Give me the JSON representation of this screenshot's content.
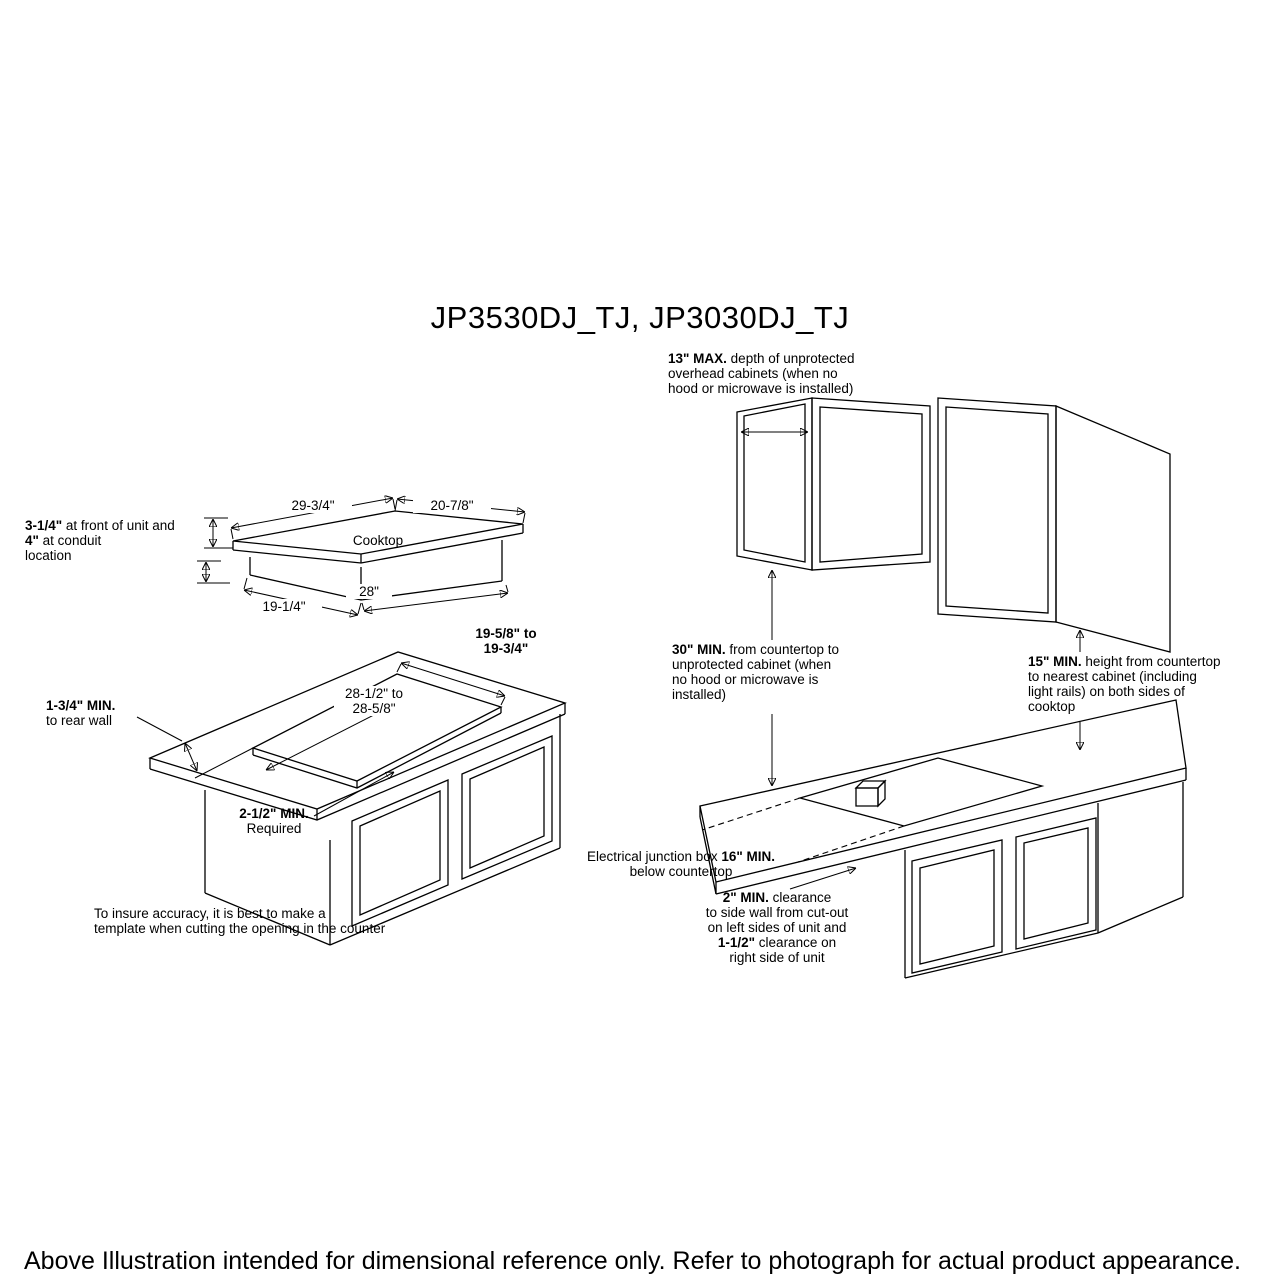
{
  "page": {
    "title": "JP3530DJ_TJ, JP3030DJ_TJ",
    "footer": "Above Illustration intended for dimensional reference only. Refer to photograph for actual product appearance.",
    "line_color": "#000000",
    "background_color": "#ffffff"
  },
  "cooktop_view": {
    "surface_label": "Cooktop",
    "dim_top_width": "29-3/4\"",
    "dim_top_depth": "20-7/8\"",
    "dim_base_width": "28\"",
    "dim_base_depth": "19-1/4\"",
    "height_note_l1_bold": "3-1/4\"",
    "height_note_l1_rest": " at front of unit and",
    "height_note_l2_bold": "4\"",
    "height_note_l2_rest": " at conduit",
    "height_note_l3": "location"
  },
  "cutout_view": {
    "dim_depth_l1": "19-5/8\" to",
    "dim_depth_l2": "19-3/4\"",
    "dim_width_l1": "28-1/2\" to",
    "dim_width_l2": "28-5/8\"",
    "rear_wall_bold": "1-3/4\" MIN.",
    "rear_wall_rest": "to rear wall",
    "front_bold": "2-1/2\" MIN.",
    "front_rest": "Required",
    "note_l1": "To insure accuracy, it is best to make a",
    "note_l2": "template when cutting the opening in the counter"
  },
  "installation_view": {
    "overhead_bold": "13\" MAX.",
    "overhead_l1_rest": " depth of unprotected",
    "overhead_l2": "overhead cabinets (when no",
    "overhead_l3": "hood or microwave is installed)",
    "countertop_bold": "30\" MIN.",
    "countertop_l1_rest": " from countertop to",
    "countertop_l2": "unprotected cabinet (when",
    "countertop_l3": "no hood or microwave is",
    "countertop_l4": "installed)",
    "side_bold": "15\" MIN.",
    "side_l1_rest": " height from countertop",
    "side_l2": "to nearest cabinet (including",
    "side_l3": "light rails) on both sides of",
    "side_l4": "cooktop",
    "junction_l1_pre": "Electrical junction box ",
    "junction_bold": "16\" MIN.",
    "junction_l2": "below countertop",
    "clearance_l1_bold": "2\" MIN.",
    "clearance_l1_rest": " clearance",
    "clearance_l2": "to side wall from cut-out",
    "clearance_l3": "on left sides of unit and",
    "clearance_l4_bold": "1-1/2\"",
    "clearance_l4_rest": " clearance on",
    "clearance_l5": "right side of unit"
  }
}
